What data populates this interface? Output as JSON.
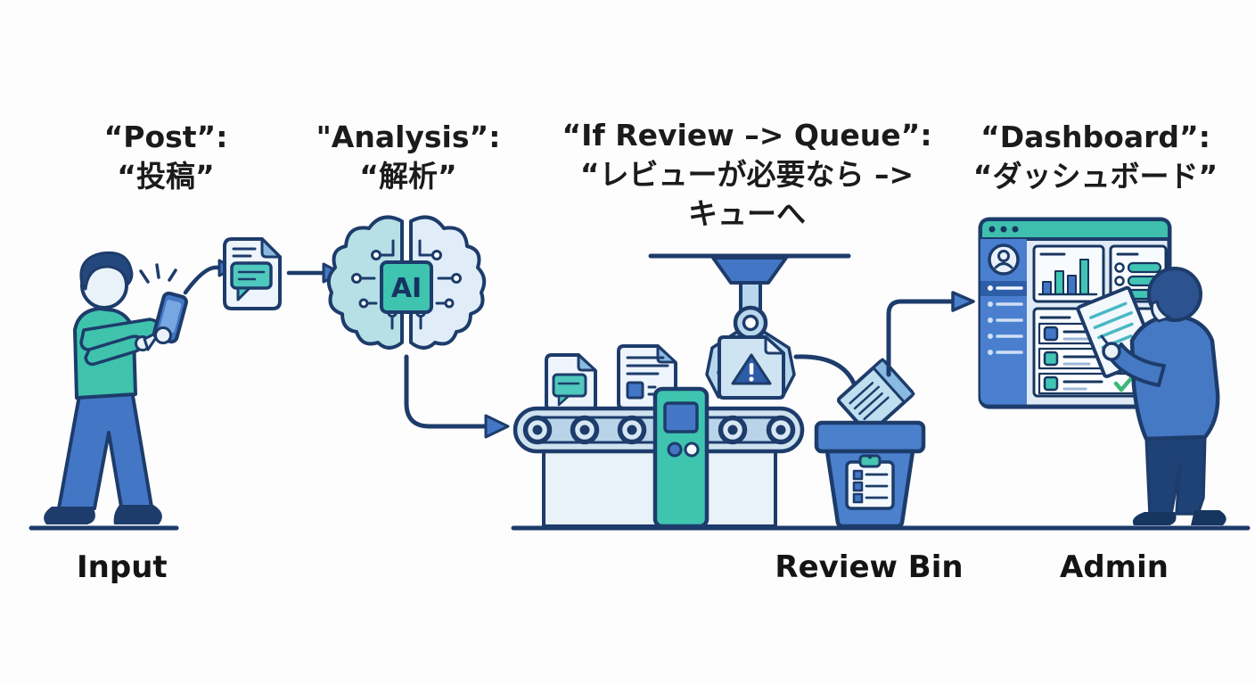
{
  "title_labels": {
    "post": {
      "lines": [
        "“Post”:",
        "“投稿”"
      ]
    },
    "analysis": {
      "lines": [
        "\"Analysis”:",
        "“解析”"
      ]
    },
    "queue": {
      "lines": [
        "“If Review –> Queue”:",
        "“レビューが必要なら –>",
        "キューへ"
      ]
    },
    "dashboard": {
      "lines": [
        "“Dashboard”:",
        "“ダッシュボード”"
      ]
    }
  },
  "stage_labels": {
    "input": "Input",
    "review_bin": "Review Bin",
    "admin": "Admin"
  },
  "icons": {
    "ai_chip": {
      "label": "AI"
    },
    "names": [
      "smartphone-icon",
      "chat-document-icon",
      "ai-brain-icon",
      "conveyor-belt-icon",
      "scanner-tower-icon",
      "robot-claw-icon",
      "warning-document-icon",
      "review-bin-icon",
      "clipboard-icon",
      "dashboard-window-icon",
      "avatar-icon",
      "bar-chart-icon",
      "checklist-icon",
      "checkmark-icon",
      "arrow-icon"
    ]
  },
  "colors": {
    "outline_navy": "#1d3c6b",
    "teal": "#3fc3ad",
    "blue": "#4377c5",
    "bin_blue": "#4a80cc",
    "light_blue_fill": "#d7e8f4",
    "page_fill": "#edf4fb",
    "brain_left": "#b7dfe6",
    "brain_right": "#e0edf9",
    "dashboard_titlebar": "#3fbfae",
    "dashboard_sidebar": "#4a7fd0",
    "dashboard_selected": "#2f5ea8",
    "warning_triangle": "#2d5ca6",
    "green_check": "#3cb878",
    "label_text": "#1b1b1b",
    "background": "#fdfdfd"
  }
}
